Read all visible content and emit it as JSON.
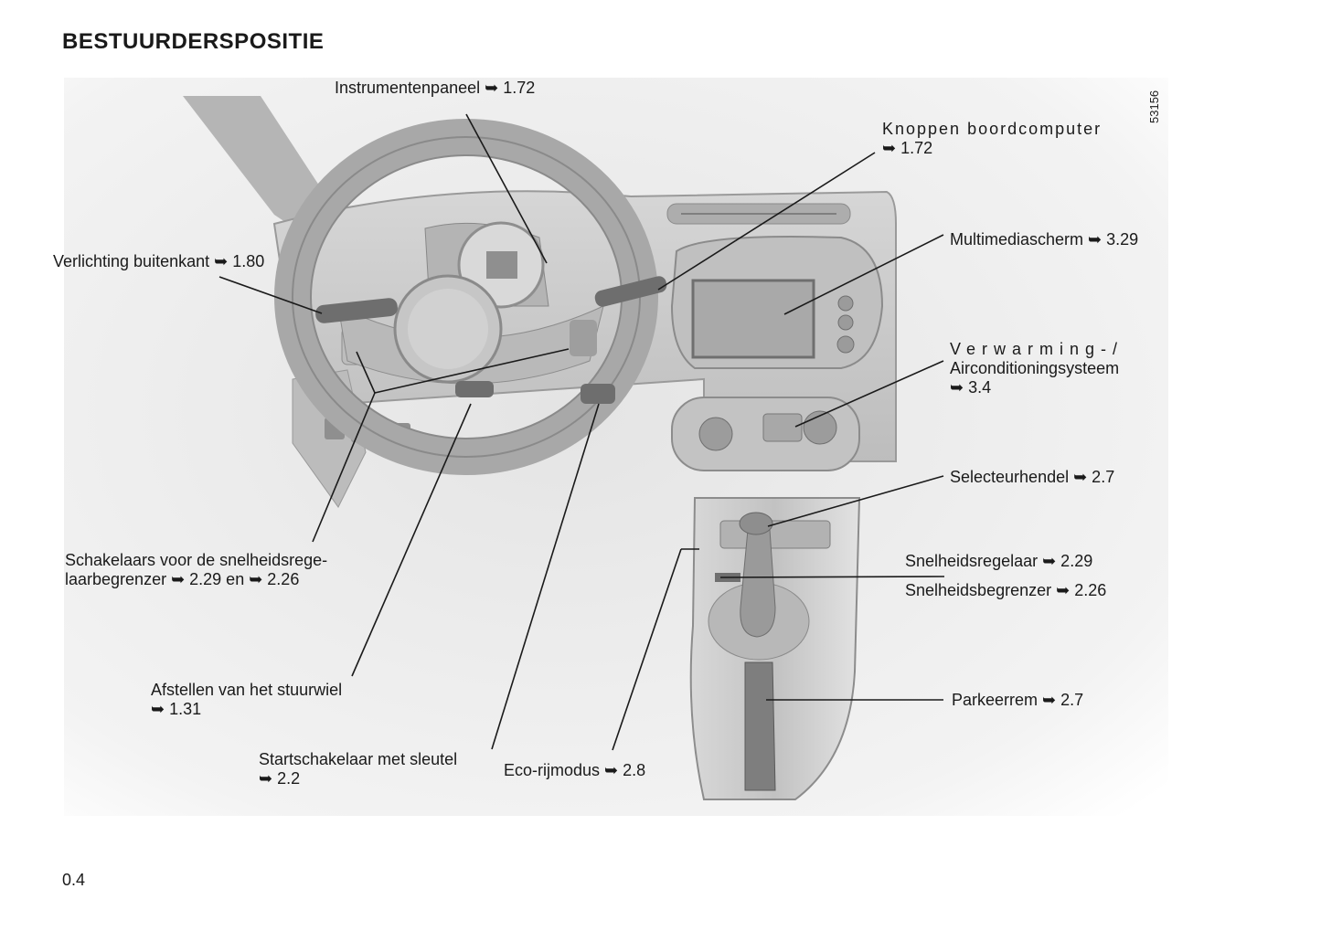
{
  "page": {
    "title": "BESTUURDERSPOSITIE",
    "page_number": "0.4",
    "figure_code": "53156"
  },
  "arrow_symbol": "➥",
  "callouts": {
    "instrumentenpaneel": {
      "line1": "Instrumentenpaneel ➥ 1.72"
    },
    "knoppen_boordcomputer": {
      "line1": "Knoppen boordcomputer",
      "line2": "➥ 1.72"
    },
    "verlichting_buitenkant": {
      "line1": "Verlichting buitenkant ➥ 1.80"
    },
    "multimediascherm": {
      "line1": "Multimediascherm ➥ 3.29"
    },
    "verwarming": {
      "line1": "Verwarming-/",
      "line2": "Airconditioningsysteem",
      "line3": "➥ 3.4"
    },
    "selecteurhendel": {
      "line1": "Selecteurhendel ➥ 2.7"
    },
    "schakelaars": {
      "line1": "Schakelaars voor de snelheidsrege-",
      "line2": "laarbegrenzer ➥ 2.29 en ➥ 2.26"
    },
    "snelheidsregelaar": {
      "line1": "Snelheidsregelaar ➥ 2.29"
    },
    "snelheidsbegrenzer": {
      "line1": "Snelheidsbegrenzer ➥ 2.26"
    },
    "afstellen_stuurwiel": {
      "line1": "Afstellen van het stuurwiel",
      "line2": "➥ 1.31"
    },
    "parkeerrem": {
      "line1": "Parkeerrem ➥ 2.7"
    },
    "startschakelaar": {
      "line1": "Startschakelaar met sleutel",
      "line2": "➥ 2.2"
    },
    "eco_rijmodus": {
      "line1": "Eco-rijmodus ➥ 2.8"
    }
  },
  "colors": {
    "illustration_background": "#f1f1f1",
    "dashboard": "#c9c9c9",
    "dashboard_dark": "#9a9a9a",
    "leader_line": "#1a1a1a"
  }
}
